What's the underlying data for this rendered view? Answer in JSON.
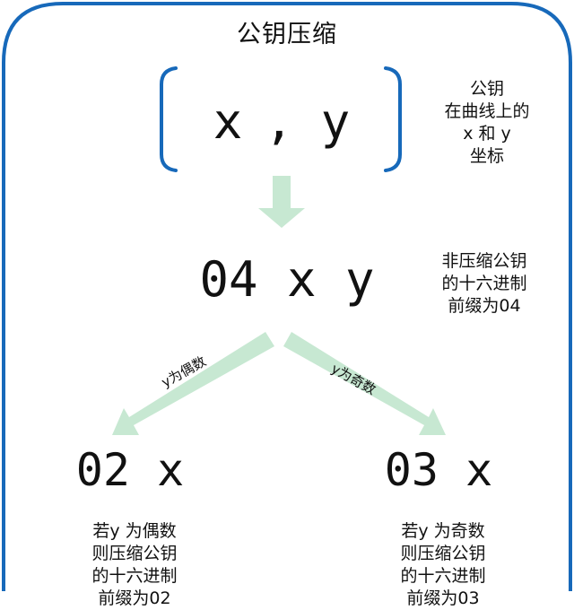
{
  "title": "公钥压缩",
  "coord": {
    "x": "x",
    "comma": ",",
    "y": "y"
  },
  "coord_note": [
    "公钥",
    "在曲线上的",
    "x 和 y",
    "坐标"
  ],
  "uncompressed": {
    "text": "04 x y",
    "note": [
      "非压缩公钥",
      "的十六进制",
      "前缀为04"
    ]
  },
  "even_branch": {
    "label": "y为偶数",
    "result": "02 x",
    "note": [
      "若y 为偶数",
      "则压缩公钥",
      "的十六进制",
      "前缀为02"
    ]
  },
  "odd_branch": {
    "label": "y为奇数",
    "result": "03 x",
    "note": [
      "若y 为奇数",
      "则压缩公钥",
      "的十六进制",
      "前缀为03"
    ]
  },
  "colors": {
    "frame": "#1769ba",
    "arrow": "#c7e8d2",
    "text": "#111111"
  }
}
